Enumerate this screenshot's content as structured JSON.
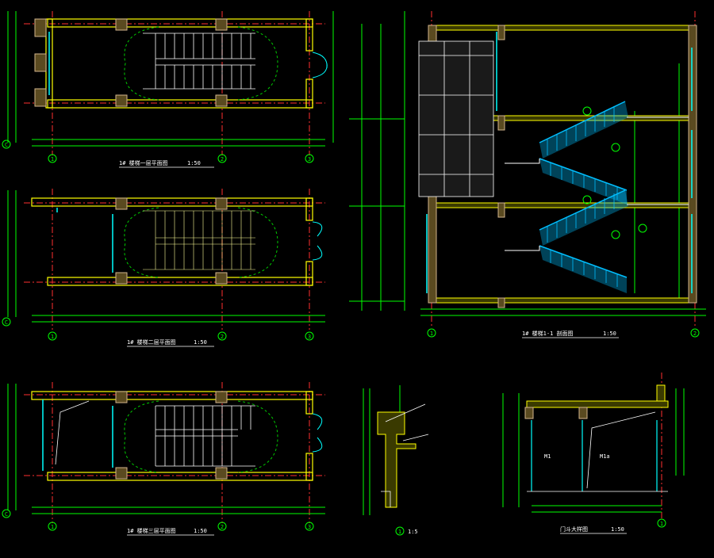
{
  "drawings": {
    "plan1": {
      "title": "1# 楼梯一层平面图",
      "scale": "1:50",
      "axes": [
        "1",
        "2",
        "3"
      ],
      "axis_c": "C"
    },
    "plan2": {
      "title": "1# 楼梯二层平面图",
      "scale": "1:50",
      "axes": [
        "1",
        "2",
        "3"
      ],
      "axis_c": "C"
    },
    "plan3": {
      "title": "1# 楼梯三层平面图",
      "scale": "1:50",
      "axes": [
        "1",
        "2",
        "3"
      ],
      "axis_c": "C"
    },
    "section": {
      "title": "1# 楼梯1-1 剖面图",
      "scale": "1:50",
      "axes": [
        "1",
        "2"
      ]
    },
    "detail": {
      "title": "1:5",
      "callout": "1"
    },
    "canopy": {
      "title": "门斗大样图",
      "scale": "1:50",
      "axis": "1",
      "door_labels": [
        "M1",
        "M1a"
      ]
    }
  },
  "colors": {
    "background": "#000000",
    "wall": "#FFFF00",
    "column": "#D2B48C",
    "axis": "#FF3030",
    "dimension": "#00FF00",
    "stair": "#FFFFFF",
    "glazing": "#00FFFF",
    "railing": "#00BFFF",
    "annotation": "#FFFFFF"
  }
}
